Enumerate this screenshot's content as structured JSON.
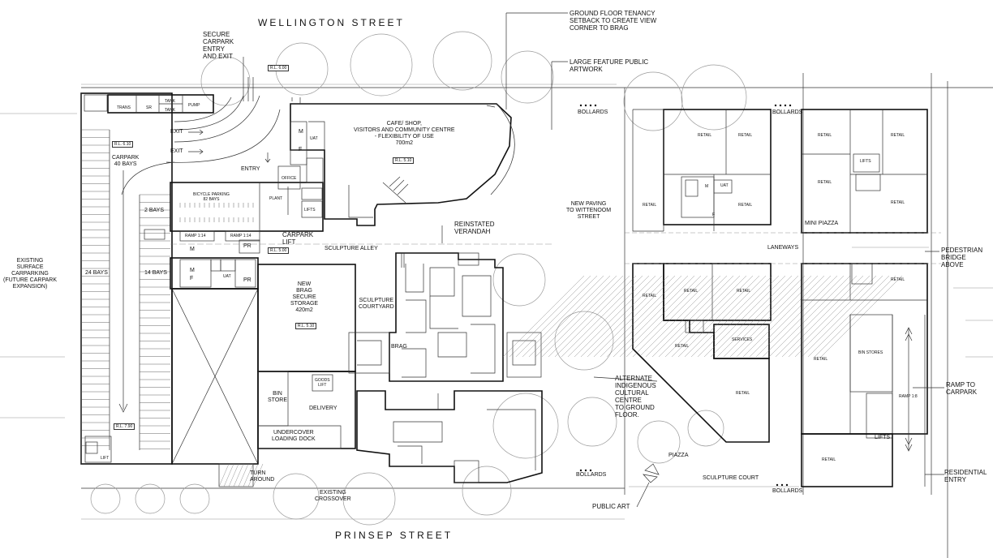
{
  "streets": {
    "north": "WELLINGTON STREET",
    "south": "PRINSEP STREET"
  },
  "callouts": {
    "secure_carpark": "SECURE\nCARPARK\nENTRY\nAND EXIT",
    "ground_floor_setback": "GROUND FLOOR TENANCY\nSETBACK TO CREATE VIEW\nCORNER TO BRAG",
    "public_artwork": "LARGE FEATURE PUBLIC\nARTWORK",
    "bollards": "BOLLARDS",
    "new_paving": "NEW PAVING\nTO WITTENOOM\nSTREET",
    "reinstated_verandah": "REINSTATED\nVERANDAH",
    "pedestrian_bridge": "PEDESTRIAN\nBRIDGE\nABOVE",
    "ramp_to_carpark": "RAMP TO\nCARPARK",
    "residential_entry": "RESIDENTIAL\nENTRY",
    "alternate_centre": "ALTERNATE\nINDIGENOUS\nCULTURAL\nCENTRE\nTO GROUND\nFLOOR.",
    "public_art": "PUBLIC ART",
    "existing_crossover": "EXISTING\nCROSSOVER",
    "turn_around": "TURN\nAROUND",
    "existing_parking": "EXISTING\nSURFACE\nCARPARKING\n(FUTURE CARPARK\nEXPANSION)"
  },
  "rooms": {
    "trans": "TRANS",
    "sr": "SR",
    "tank1": "TANK",
    "tank2": "TANK",
    "pump": "PUMP",
    "exit1": "EXIT",
    "exit2": "EXIT",
    "entry": "ENTRY",
    "carpark": "CARPARK\n40 BAYS",
    "cafe": "CAFE/ SHOP,\nVISITORS AND COMMUNITY CENTRE\n- FLEXIBILITY OF USE\n700m2",
    "office": "OFFICE",
    "plant": "PLANT",
    "lifts": "LIFTS",
    "m": "M",
    "f": "F",
    "uat": "UAT",
    "bicycle": "BICYCLE PARKING\n82 BAYS",
    "bays2": "2 BAYS",
    "bays24": "24 BAYS",
    "bays14": "14 BAYS",
    "carpark_lift": "CARPARK\nLIFT",
    "pr1": "PR",
    "pr2": "PR",
    "ramp1": "RAMP 1:14",
    "ramp2": "RAMP 1:14",
    "sculpture_alley": "SCULPTURE ALLEY",
    "brag_storage": "NEW\nBRAG\nSECURE\nSTORAGE\n420m2",
    "sculpture_courtyard": "SCULPTURE\nCOURTYARD",
    "brag": "BRAG",
    "goods_lift": "GOODS\nLIFT",
    "bin_store": "BIN\nSTORE",
    "delivery": "DELIVERY",
    "undercover": "UNDERCOVER\nLOADING DOCK",
    "lift": "LIFT",
    "retail": "RETAIL",
    "laneways": "LANEWAYS",
    "mini_piazza": "MINI PIAZZA",
    "services": "SERVICES",
    "bin_stores": "BIN STORES",
    "ramp18": "RAMP 1:8",
    "piazza": "PIAZZA",
    "sculpture_court": "SCULPTURE COURT"
  },
  "levels": {
    "rl_600": "R.L. 6.00",
    "rl_510a": "R.L. 5.10",
    "rl_610": "R.L. 6.10",
    "rl_500": "R.L. 5.00",
    "rl_510b": "R.L. 5.10",
    "rl_790": "R.L. 7.90"
  }
}
